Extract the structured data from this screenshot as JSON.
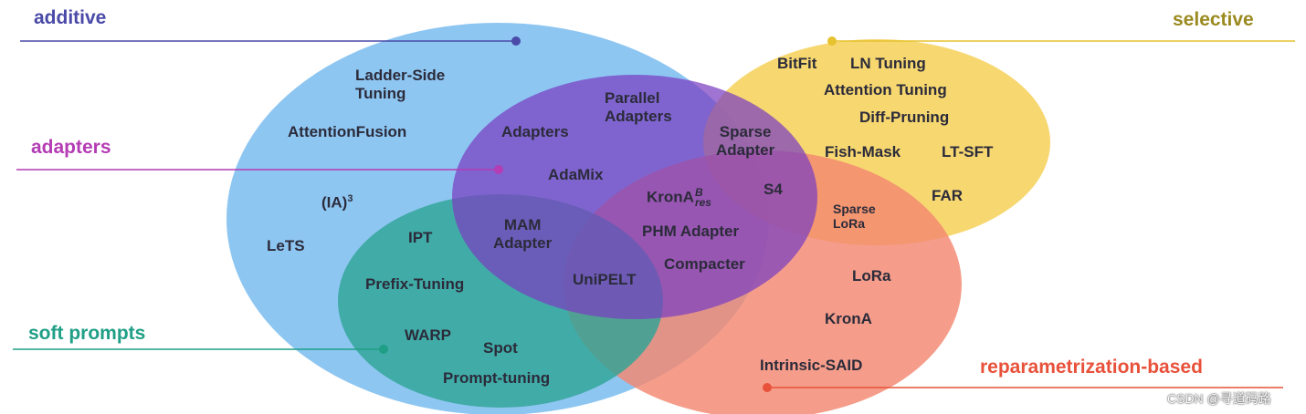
{
  "categories": {
    "additive": {
      "label": "additive",
      "color": "#4a4aa8"
    },
    "selective": {
      "label": "selective",
      "color": "#9a8a20"
    },
    "adapters": {
      "label": "adapters",
      "color": "#b43cb4"
    },
    "soft_prompts": {
      "label": "soft prompts",
      "color": "#1f9f86"
    },
    "reparametrization": {
      "label": "reparametrization-based",
      "color": "#e8513a"
    }
  },
  "region_colors": {
    "additive": "#8ec6f2",
    "adapters": "#7a3fc0",
    "selective": "#f6d25c",
    "soft_prompts": "#2fa596",
    "reparametrization": "#f38770"
  },
  "methods": {
    "ladder_side_tuning": "Ladder-Side\nTuning",
    "attention_fusion": "AttentionFusion",
    "ia3_base": "(IA)",
    "ia3_sup": "3",
    "lets": "LeTS",
    "parallel_adapters": "Parallel\nAdapters",
    "adapters": "Adapters",
    "adamix": "AdaMix",
    "ipt": "IPT",
    "mam_adapter": "MAM\nAdapter",
    "prefix_tuning": "Prefix-Tuning",
    "unipelt": "UniPELT",
    "warp": "WARP",
    "spot": "Spot",
    "prompt_tuning": "Prompt-tuning",
    "krona_base": "KronA",
    "krona_sup": "B",
    "krona_sub": "res",
    "phm_adapter": "PHM Adapter",
    "compacter": "Compacter",
    "sparse_adapter": "Sparse\nAdapter",
    "s4": "S4",
    "sparse_lora": "Sparse\nLoRa",
    "bitfit": "BitFit",
    "ln_tuning": "LN Tuning",
    "attention_tuning": "Attention Tuning",
    "diff_pruning": "Diff-Pruning",
    "fish_mask": "Fish-Mask",
    "lt_sft": "LT-SFT",
    "far": "FAR",
    "lora": "LoRa",
    "krona": "KronA",
    "intrinsic_said": "Intrinsic-SAID"
  },
  "watermark": "CSDN @寻道码路"
}
